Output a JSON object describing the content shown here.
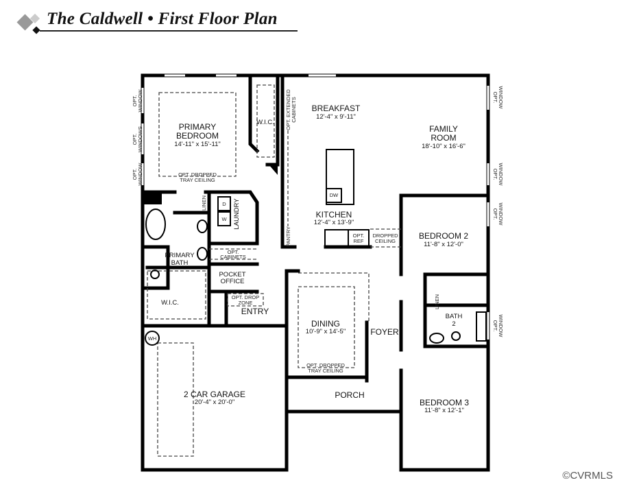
{
  "header": {
    "title": "The Caldwell • First Floor Plan"
  },
  "watermark": "©CVRMLS",
  "rooms": {
    "primary_bedroom": {
      "name1": "PRIMARY",
      "name2": "BEDROOM",
      "dim": "14'-11\" x 15'-11\"",
      "note1": "OPT. DROPPED",
      "note2": "TRAY CEILING"
    },
    "wic1": "W.I.C.",
    "breakfast": {
      "name": "BREAKFAST",
      "dim": "12'-4\" x 9'-11\""
    },
    "family": {
      "name1": "FAMILY",
      "name2": "ROOM",
      "dim": "18'-10\" x 16'-6\""
    },
    "kitchen": {
      "name": "KITCHEN",
      "dim": "12'-4\" x 13'-9\"",
      "dw": "DW",
      "pantry": "PANTRY",
      "opt_ref1": "OPT.",
      "opt_ref2": "REF",
      "dropped1": "DROPPED",
      "dropped2": "CEILING",
      "ext_cab1": "OPT. EXTENDED",
      "ext_cab2": "CABINETS"
    },
    "laundry": {
      "name": "LAUNDRY",
      "d": "D",
      "w": "W"
    },
    "linen1": "LINEN",
    "primary_bath": {
      "name1": "PRIMARY",
      "name2": "BATH"
    },
    "opt_cabinets1": "OPT.",
    "opt_cabinets2": "CABINETS",
    "pocket_office": {
      "name1": "POCKET",
      "name2": "OFFICE"
    },
    "wic2": "W.I.C.",
    "drop_zone1": "OPT. DROP",
    "drop_zone2": "ZONE",
    "entry": "ENTRY",
    "wh": "WH",
    "dining": {
      "name": "DINING",
      "dim": "10'-9\" x 14'-5\"",
      "note1": "OPT. DROPPED",
      "note2": "TRAY CEILING"
    },
    "foyer": "FOYER",
    "bedroom2": {
      "name": "BEDROOM 2",
      "dim": "11'-8\" x 12'-0\""
    },
    "linen2": "LINEN",
    "bath2": {
      "name1": "BATH",
      "name2": "2"
    },
    "garage": {
      "name": "2 CAR GARAGE",
      "dim": "20'-4\" x 20'-0\""
    },
    "porch": "PORCH",
    "bedroom3": {
      "name": "BEDROOM 3",
      "dim": "11'-8\" x 12'-1\""
    }
  },
  "windows": {
    "opt": "OPT.",
    "window": "WINDOW",
    "windows": "WINDOWS"
  }
}
